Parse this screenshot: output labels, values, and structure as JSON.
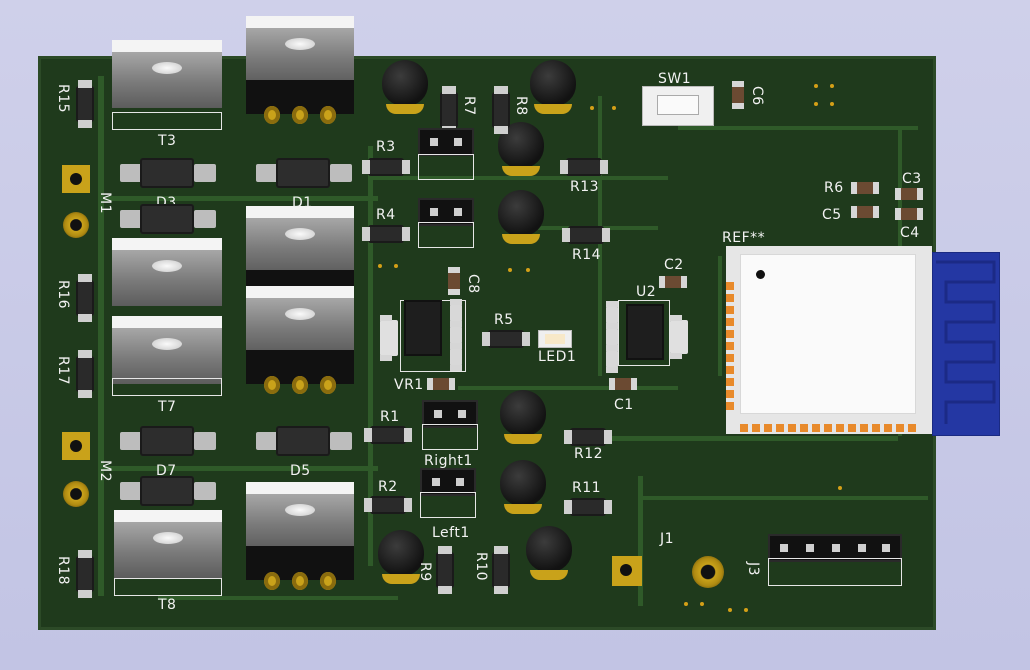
{
  "board": {
    "labels": {
      "t3": "T3",
      "t7": "T7",
      "t8": "T8",
      "d1": "D1",
      "d3": "D3",
      "d5": "D5",
      "d7": "D7",
      "r1": "R1",
      "r2": "R2",
      "r3": "R3",
      "r4": "R4",
      "r5": "R5",
      "r6": "R6",
      "r7": "R7",
      "r8": "R8",
      "r9": "R9",
      "r10": "R10",
      "r11": "R11",
      "r12": "R12",
      "r13": "R13",
      "r14": "R14",
      "r15": "R15",
      "r16": "R16",
      "r17": "R17",
      "r18": "R18",
      "c1": "C1",
      "c2": "C2",
      "c3": "C3",
      "c4": "C4",
      "c5": "C5",
      "c6": "C6",
      "c8": "C8",
      "m1": "M1",
      "m2": "M2",
      "sw1": "SW1",
      "u2": "U2",
      "vr1": "VR1",
      "led1": "LED1",
      "j1": "J1",
      "j3": "J3",
      "right1": "Right1",
      "left1": "Left1",
      "ref": "REF**"
    },
    "colors": {
      "soldermask": "#1f3a1c",
      "copper_trace": "#2f5a29",
      "pad_gold": "#c9a21a",
      "antenna_blue": "#2437a3",
      "castellation": "#e88a2b",
      "background": "#c6c8e6"
    }
  }
}
